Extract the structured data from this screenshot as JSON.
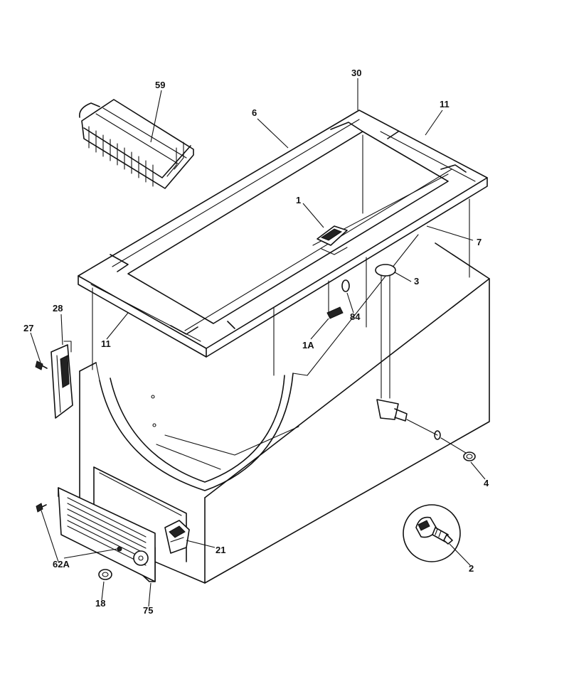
{
  "colors": {
    "ink": "#111111",
    "paper": "#ffffff"
  },
  "labels": {
    "l59": "59",
    "l30": "30",
    "l6": "6",
    "l11_top": "11",
    "l1": "1",
    "l7": "7",
    "l3": "3",
    "l28": "28",
    "l27": "27",
    "l11_left": "11",
    "l84": "84",
    "l1a": "1A",
    "l4": "4",
    "l21": "21",
    "l62a": "62A",
    "l2": "2",
    "l18": "18",
    "l75": "75"
  }
}
